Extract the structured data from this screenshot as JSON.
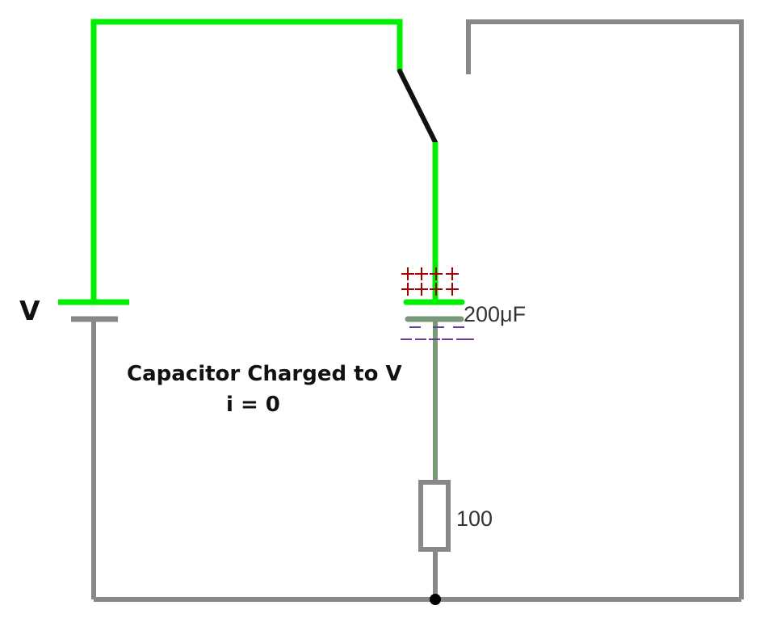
{
  "source_label": "V",
  "capacitor_label": "200μF",
  "resistor_label": "100",
  "caption": {
    "line1": "Capacitor Charged to V",
    "line2": "i = 0"
  },
  "plus_charge": "+",
  "minus_charge": "–",
  "colors": {
    "charged_wire": "#00ee00",
    "idle_wire": "#888888",
    "cap_lower_wire": "#789878",
    "switch": "#111111",
    "plus": "#a00000",
    "minus": "#6a3d9a"
  }
}
